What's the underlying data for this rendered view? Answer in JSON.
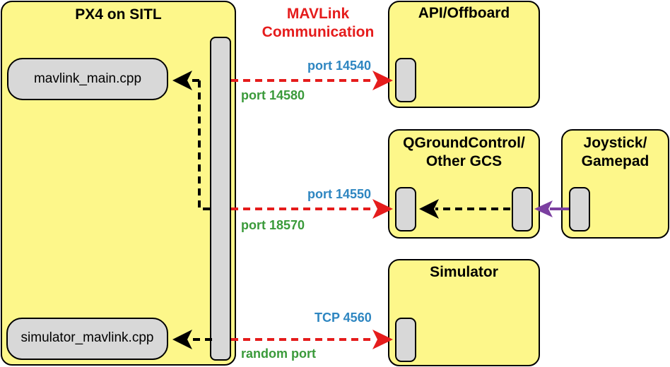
{
  "heading": {
    "text": "MAVLink\nCommunication",
    "color": "#e51c1c"
  },
  "px4": {
    "title": "PX4 on SITL",
    "modules": {
      "mavlink_main": "mavlink_main.cpp",
      "simulator_mavlink": "simulator_mavlink.cpp"
    }
  },
  "api": {
    "title": "API/Offboard"
  },
  "qgc": {
    "title": "QGroundControl/\nOther GCS"
  },
  "joystick": {
    "title": "Joystick/\nGamepad"
  },
  "simulator": {
    "title": "Simulator"
  },
  "ports": {
    "api_remote": "port 14540",
    "api_local": "port 14580",
    "qgc_remote": "port 14550",
    "qgc_local": "port 18570",
    "sim_remote": "TCP 4560",
    "sim_local": "random port"
  },
  "colors": {
    "box_fill": "#fdf78a",
    "pill_fill": "#d8d8d8",
    "mavlink_arrow": "#e51c1c",
    "internal_arrow": "#000000",
    "joystick_arrow": "#7b3fa0",
    "remote_port": "#2e86c1",
    "local_port": "#3a9a3a"
  }
}
